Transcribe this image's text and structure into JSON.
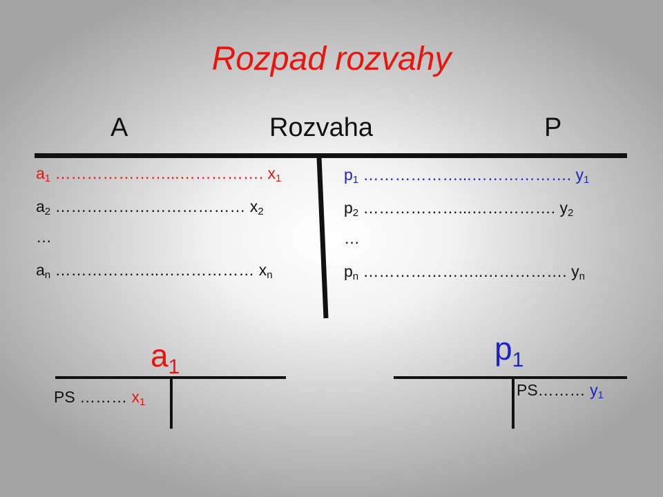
{
  "title": "Rozpad rozvahy",
  "header": {
    "left": "A",
    "center": "Rozvaha",
    "right": "P"
  },
  "assets": [
    {
      "name": "a",
      "sub": "1",
      "dots": "…………………...……………. ",
      "val": "x",
      "vsub": "1",
      "color": "#e8150e"
    },
    {
      "name": "a",
      "sub": "2",
      "dots": "……………………………… ",
      "val": "x",
      "vsub": "2",
      "color": "#111111"
    },
    {
      "name": "…",
      "sub": "",
      "dots": "",
      "val": "",
      "vsub": "",
      "color": "#111111"
    },
    {
      "name": "a",
      "sub": "n",
      "dots": "………………..……………… ",
      "val": "x",
      "vsub": "n",
      "color": "#111111"
    }
  ],
  "liabilities": [
    {
      "name": "p",
      "sub": "1",
      "dots": "………………...………………. ",
      "val": "y",
      "vsub": "1",
      "color": "#1a23c9"
    },
    {
      "name": "p",
      "sub": "2",
      "dots": "………………...……………. ",
      "val": "y",
      "vsub": "2",
      "color": "#111111"
    },
    {
      "name": "…",
      "sub": "",
      "dots": "",
      "val": "",
      "vsub": "",
      "color": "#111111"
    },
    {
      "name": "p",
      "sub": "n",
      "dots": "…………………..……………. ",
      "val": "y",
      "vsub": "n",
      "color": "#111111"
    }
  ],
  "account_a": {
    "name": "a",
    "sub": "1",
    "ps": "PS ……… ",
    "val": "x",
    "vsub": "1"
  },
  "account_p": {
    "name": "p",
    "sub": "1",
    "ps": "PS……… ",
    "val": "y",
    "vsub": "1"
  }
}
